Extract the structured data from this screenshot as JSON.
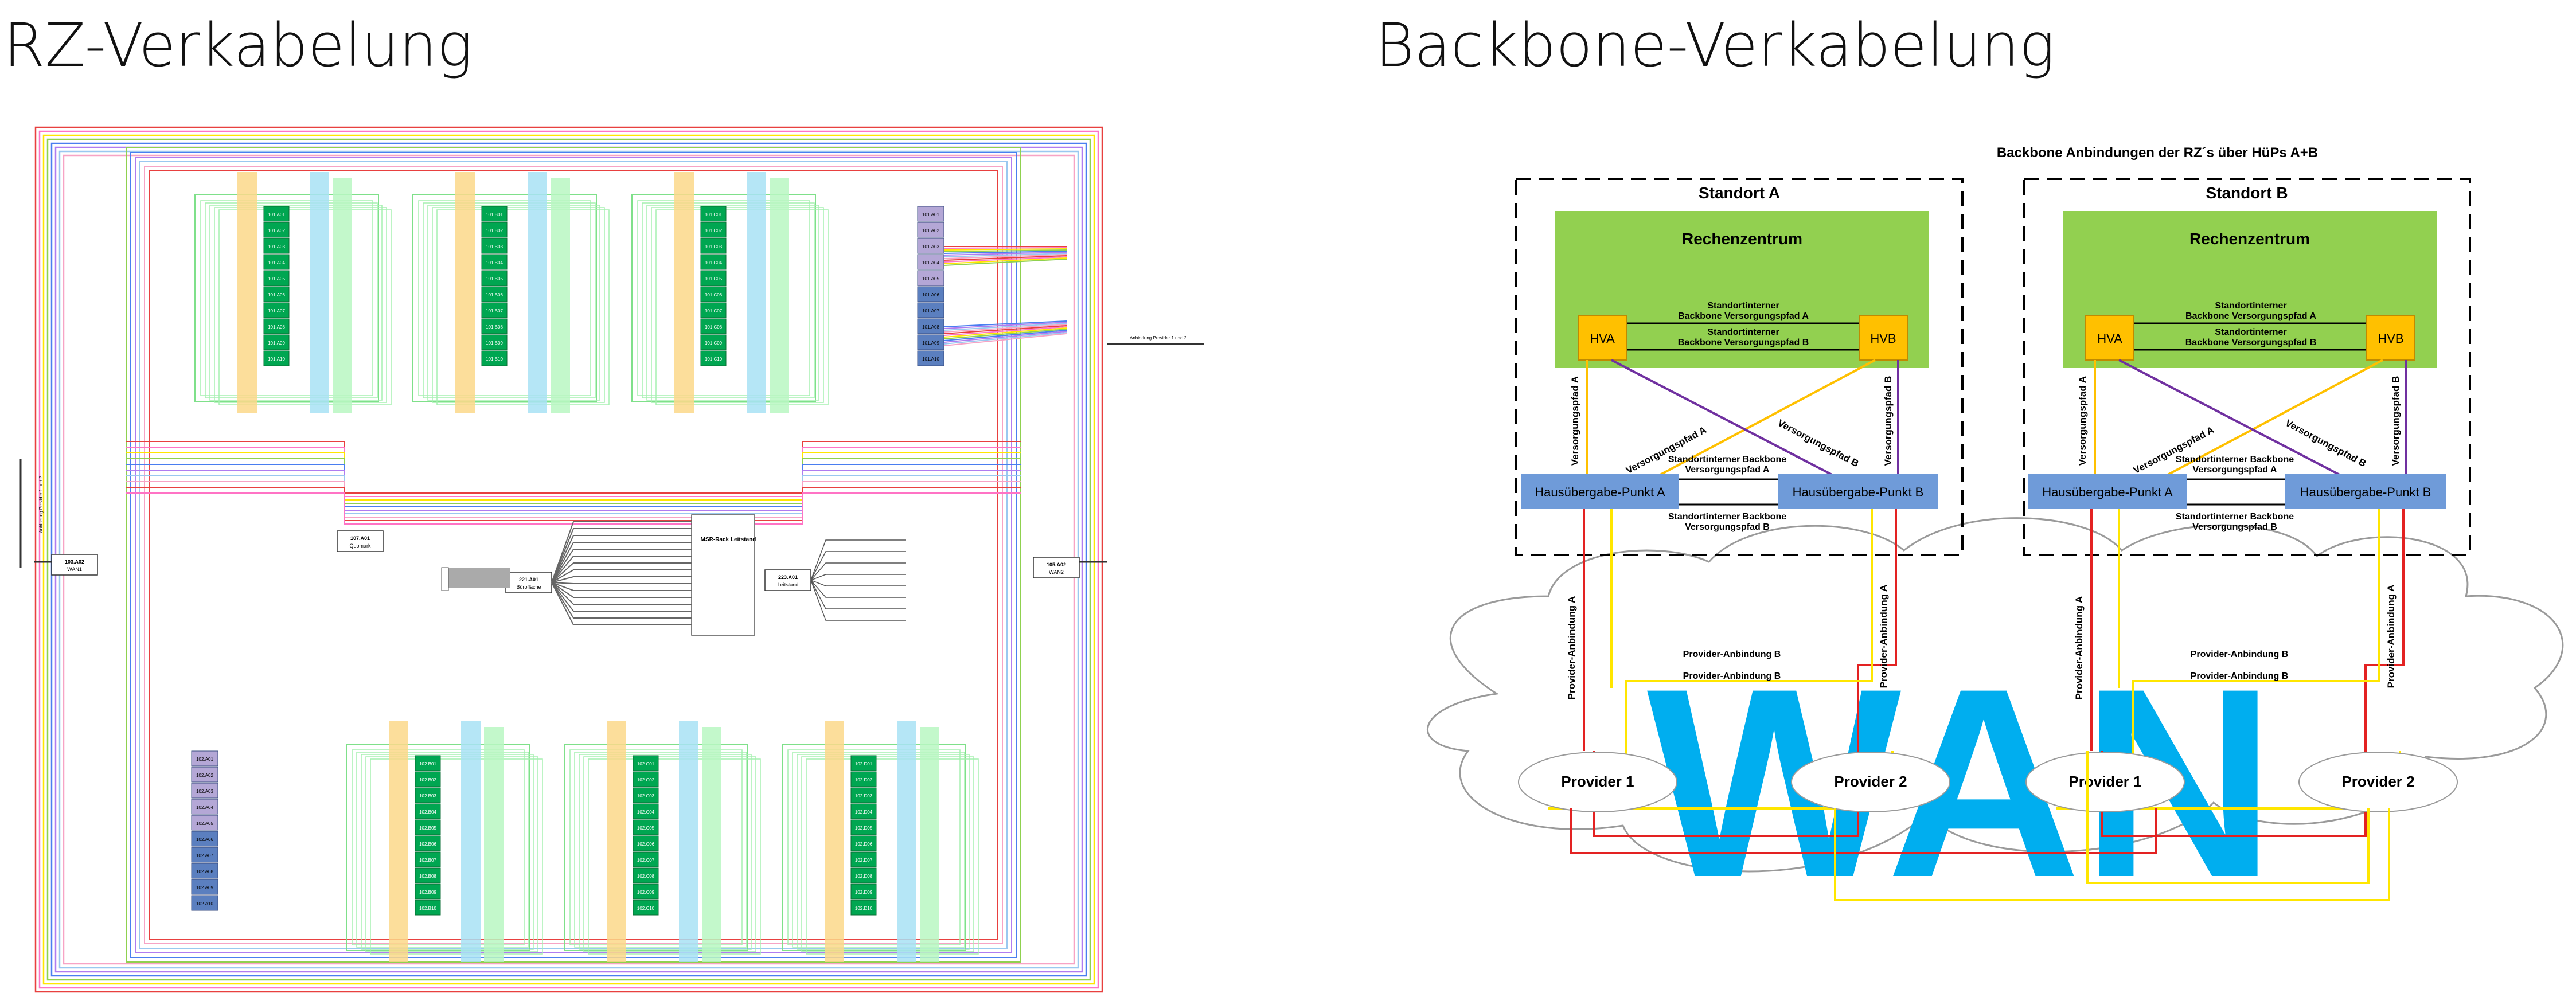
{
  "titles": {
    "left": "RZ-Verkabelung",
    "right": "Backbone-Verkabelung"
  },
  "rz": {
    "cabinets": {
      "top_rows": [
        [
          "101.A01",
          "101.A02",
          "101.A03",
          "101.A04",
          "101.A05",
          "101.A06",
          "101.A07",
          "101.A08",
          "101.A09",
          "101.A10"
        ],
        [
          "101.B01",
          "101.B02",
          "101.B03",
          "101.B04",
          "101.B05",
          "101.B06",
          "101.B07",
          "101.B08",
          "101.B09",
          "101.B10"
        ],
        [
          "101.C01",
          "101.C02",
          "101.C03",
          "101.C04",
          "101.C05",
          "101.C06",
          "101.C07",
          "101.C08",
          "101.C09",
          "101.C10"
        ]
      ],
      "bottom_rows": [
        [
          "102.B01",
          "102.B02",
          "102.B03",
          "102.B04",
          "102.B05",
          "102.B06",
          "102.B07",
          "102.B08",
          "102.B09",
          "102.B10"
        ],
        [
          "102.C01",
          "102.C02",
          "102.C03",
          "102.C04",
          "102.C05",
          "102.C06",
          "102.C07",
          "102.C08",
          "102.C09",
          "102.C10"
        ],
        [
          "102.D01",
          "102.D02",
          "102.D03",
          "102.D04",
          "102.D05",
          "102.D06",
          "102.D07",
          "102.D08",
          "102.D09",
          "102.D10"
        ]
      ],
      "right_distributor": [
        "101.A01",
        "101.A02",
        "101.A03",
        "101.A04",
        "101.A05",
        "101.A06",
        "101.A07",
        "101.A08",
        "101.A09",
        "101.A10"
      ],
      "left_distributor": [
        "102.A01",
        "102.A02",
        "102.A03",
        "102.A04",
        "102.A05",
        "102.A06",
        "102.A07",
        "102.A08",
        "102.A09",
        "102.A10"
      ]
    },
    "nodes": {
      "wan_left": "103.A02 WAN1",
      "wan_right": "105.A02 WAN2",
      "qoomark": "107.A01 Qoomark",
      "bueroflaeche": "221.A01 Bürofläche",
      "leitstand": "223.A01 Leitstand",
      "msr_rack": "MSR-Rack Leitstand",
      "provider_left": "Anbindung Provider 1 und 2",
      "provider_right": "Anbindung Provider 1 und 2"
    }
  },
  "backbone": {
    "heading": "Backbone Anbindungen der RZ´s über HüPs A+B",
    "sites": [
      {
        "name": "Standort A",
        "rz": "Rechenzentrum",
        "hva": "HVA",
        "hvb": "HVB",
        "internal_a": "Standortinterner Backbone Versorgungspfad A",
        "internal_b": "Standortinterner Backbone Versorgungspfad B",
        "hup_a": "Hausübergabe-Punkt A",
        "hup_b": "Hausübergabe-Punkt B",
        "hup_link_a": "Standortinterner Backbone Versorgungspfad A",
        "hup_link_b": "Standortinterner Backbone Versorgungspfad B",
        "path_a_vertical": "Versorgungspfad A",
        "path_b_vertical": "Versorgungspfad B",
        "path_a_diag": "Versorgungspfad A",
        "path_b_diag": "Versorgungspfad B",
        "provider_1": "Provider 1",
        "provider_2": "Provider 2",
        "prov_a_vertical": "Provider-Anbindung A",
        "prov_a_vertical_right": "Provider-Anbindung A",
        "prov_b_1": "Provider-Anbindung B",
        "prov_b_2": "Provider-Anbindung B"
      },
      {
        "name": "Standort B",
        "rz": "Rechenzentrum",
        "hva": "HVA",
        "hvb": "HVB",
        "internal_a": "Standortinterner Backbone Versorgungspfad A",
        "internal_b": "Standortinterner Backbone Versorgungspfad B",
        "hup_a": "Hausübergabe-Punkt A",
        "hup_b": "Hausübergabe-Punkt B",
        "hup_link_a": "Standortinterner Backbone Versorgungspfad A",
        "hup_link_b": "Standortinterner Backbone Versorgungspfad B",
        "path_a_vertical": "Versorgungspfad A",
        "path_b_vertical": "Versorgungspfad B",
        "path_a_diag": "Versorgungspfad A",
        "path_b_diag": "Versorgungspfad B",
        "provider_1": "Provider 1",
        "provider_2": "Provider 2",
        "prov_a_vertical": "Provider-Anbindung A",
        "prov_a_vertical_right": "Provider-Anbindung A",
        "prov_b_1": "Provider-Anbindung B",
        "prov_b_2": "Provider-Anbindung B"
      }
    ],
    "cloud_label": "WAN"
  },
  "colors": {
    "rz_green": "#92d050",
    "hv_orange": "#ffc000",
    "hup_blue": "#6f9bd9",
    "path_a": "#ffc000",
    "path_b": "#7030a0",
    "provider_red": "#e32222",
    "provider_yellow": "#ffe600",
    "wan_blue": "#00aeef",
    "cab_green": "#00a651",
    "cab_purple": "#b4a7d6",
    "cab_blue": "#5b7fbf"
  }
}
